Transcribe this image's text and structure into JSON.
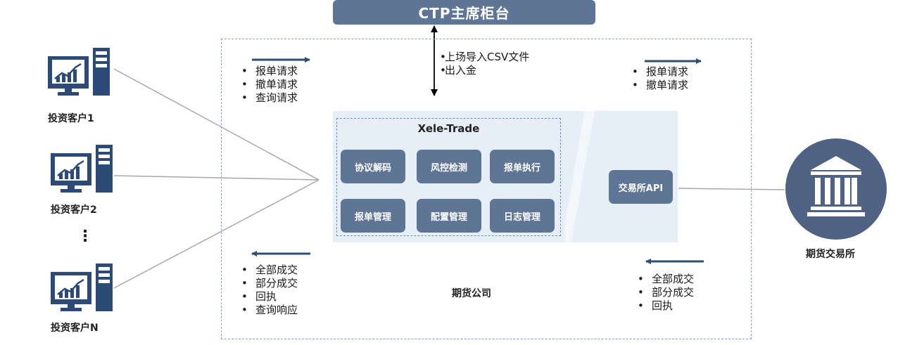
{
  "ctp": {
    "title": "CTP主席柜台"
  },
  "ctp_link": {
    "items": [
      "上场导入CSV文件",
      "出入金"
    ]
  },
  "clients": [
    {
      "label": "投资客户1"
    },
    {
      "label": "投资客户2"
    },
    {
      "label": "投资客户N"
    }
  ],
  "client_ellipsis": "⋮",
  "request_left": [
    "报单请求",
    "撤单请求",
    "查询请求"
  ],
  "request_right": [
    "报单请求",
    "撤单请求"
  ],
  "response_left": [
    "全部成交",
    "部分成交",
    "回执",
    "查询响应"
  ],
  "response_right": [
    "全部成交",
    "部分成交",
    "回执"
  ],
  "xele": {
    "title": "Xele-Trade",
    "modules": [
      "协议解码",
      "风控检测",
      "报单执行",
      "报单管理",
      "配置管理",
      "日志管理"
    ]
  },
  "api": {
    "label": "交易所API"
  },
  "company": {
    "label": "期货公司"
  },
  "exchange": {
    "label": "期货交易所"
  },
  "colors": {
    "box": "#5f7595",
    "arrow": "#2e4d72",
    "exchange": "#4f6283",
    "dash": "#7fa6cf"
  }
}
